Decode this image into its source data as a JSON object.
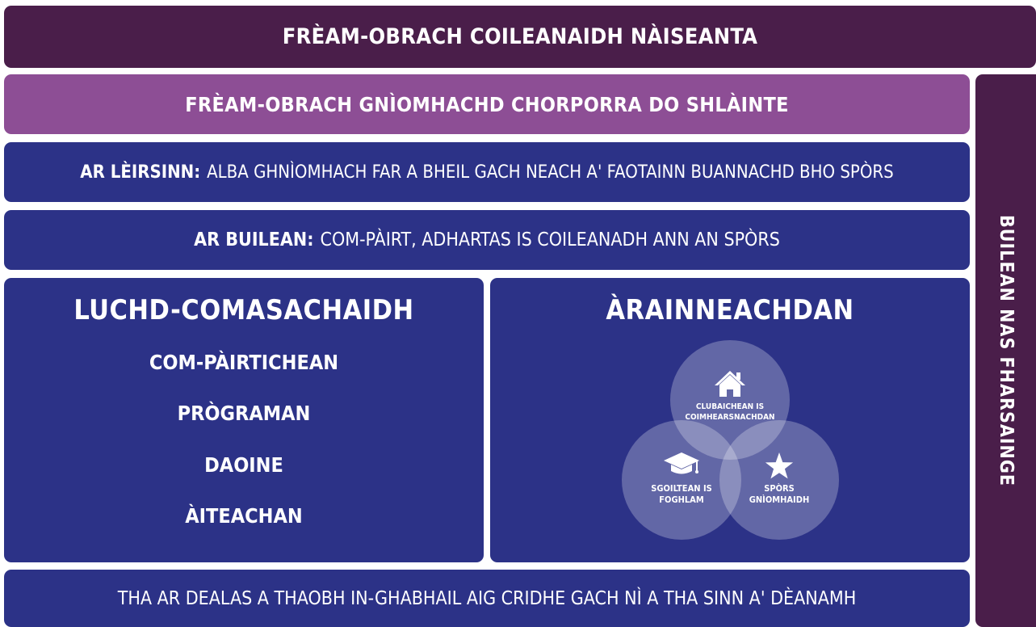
{
  "header": {
    "title": "FRÈAM-OBRACH COILEANAIDH NÀISEANTA"
  },
  "pa_framework": {
    "title": "FRÈAM-OBRACH GNÌOMHACHD CHORPORRA DO SHLÀINTE"
  },
  "vision": {
    "label": "AR LÈIRSINN:",
    "text": "ALBA GHNÌOMHACH FAR A BHEIL GACH NEACH A' FAOTAINN BUANNACHD BHO SPÒRS"
  },
  "mission": {
    "label": "AR BUILEAN:",
    "text": "COM-PÀIRT, ADHARTAS IS COILEANADH ANN AN SPÒRS"
  },
  "side": {
    "text": "BUILEAN NAS FHARSAINGE"
  },
  "enablers": {
    "title": "LUCHD-COMASACHAIDH",
    "items": [
      "COM-PÀIRTICHEAN",
      "PRÒGRAMAN",
      "DAOINE",
      "ÀITEACHAN"
    ]
  },
  "environments": {
    "title": "ÀRAINNEACHDAN",
    "circles": {
      "top": {
        "icon": "house-icon",
        "line1": "CLUBAICHEAN IS",
        "line2": "COIMHEARSNACHDAN"
      },
      "left": {
        "icon": "graduation-cap-icon",
        "line1": "SGOILTEAN IS",
        "line2": "FOGHLAM"
      },
      "right": {
        "icon": "star-icon",
        "line1": "SPÒRS",
        "line2": "GNÌOMHAIDH"
      }
    }
  },
  "footer": {
    "text": "THA AR DEALAS A THAOBH IN-GHABHAIL AIG CRIDHE GACH NÌ A THA SINN A' DÈANAMH"
  },
  "colors": {
    "plum": "#4a1e4a",
    "orchid": "#8d4e95",
    "navy": "#2c3287"
  }
}
